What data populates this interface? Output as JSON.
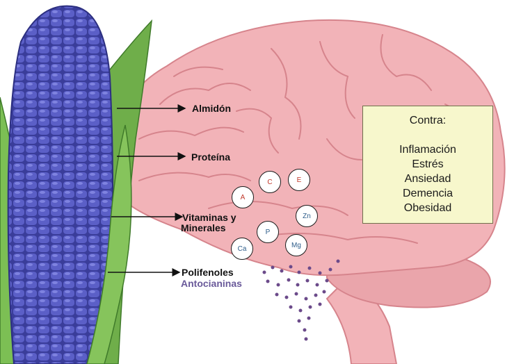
{
  "labels": {
    "almidon": "Almidón",
    "proteina": "Proteína",
    "vitaminas_1": "Vitaminas y",
    "vitaminas_2": "Minerales",
    "polifenoles": "Polifenoles",
    "antocianinas": "Antocianinas"
  },
  "nutrients": [
    "A",
    "C",
    "E",
    "Zn",
    "P",
    "Mg",
    "Ca"
  ],
  "contra_box": {
    "title": "Contra:",
    "items": [
      "Inflamación",
      "Estrés",
      "Ansiedad",
      "Demencia",
      "Obesidad"
    ]
  },
  "colors": {
    "brain": "#f2b3b8",
    "brain_outline": "#d6848c",
    "corn_kernel": "#5b5fc7",
    "corn_dark": "#3a3d9a",
    "leaf": "#6fae4a",
    "box_fill": "#f7f7cc",
    "dots": "#6b4a8a"
  }
}
